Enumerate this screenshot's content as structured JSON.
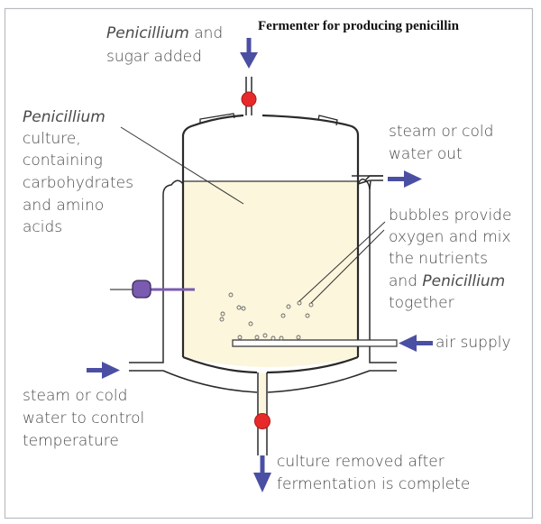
{
  "title": "Fermenter  for producing penicillin",
  "labels": {
    "input": {
      "italic": "Penicillium",
      "rest": " and",
      "line2": "sugar added"
    },
    "culture": {
      "line1": "Penicillium",
      "line2": "culture,",
      "line3": "containing",
      "line4": "carbohydrates",
      "line5": "and amino",
      "line6": "acids"
    },
    "steam_out": {
      "line1": "steam or cold",
      "line2": "water out"
    },
    "bubbles": {
      "line1": "bubbles provide",
      "line2": "oxygen and mix",
      "line3": "the nutrients",
      "line4_plain": "and ",
      "line4_italic": "Penicillium",
      "line5": "together"
    },
    "air": {
      "line1": "air supply"
    },
    "steam_in": {
      "line1": "steam or cold",
      "line2": "water to control",
      "line3": "temperature"
    },
    "output": {
      "line1": "culture removed after",
      "line2": "fermentation is complete"
    }
  },
  "icons": {
    "valve": "red-valve-circle",
    "probe": "purple-temperature-probe",
    "arrows": "blue-flow-arrow"
  },
  "colors": {
    "culture_fill": "#fbf6dc",
    "arrow": "#4b4fa3",
    "valve": "#e62a2a",
    "probe": "#7a5bb0",
    "frame": "#b8bcc0",
    "text": "#4a4a4a"
  }
}
